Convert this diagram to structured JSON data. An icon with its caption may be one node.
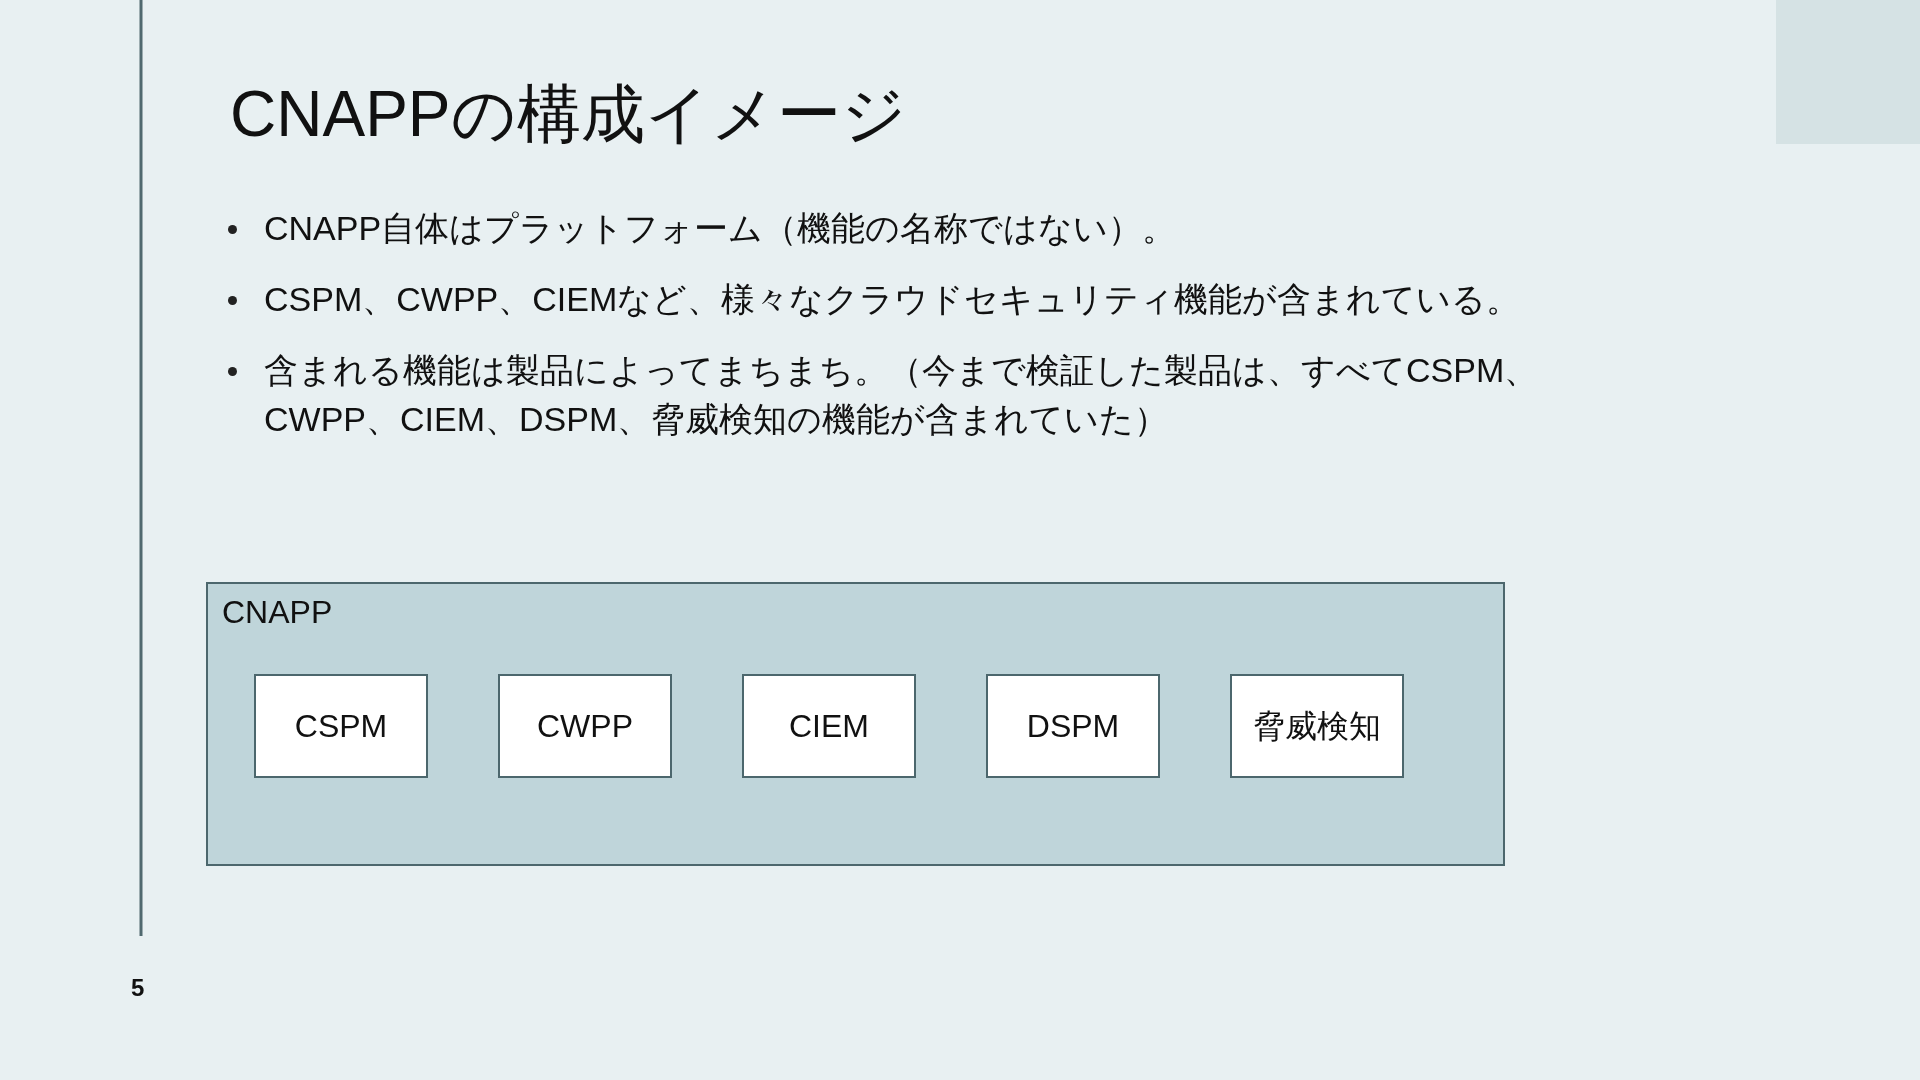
{
  "diagram": {
    "title": "CNAPPの構成イメージ",
    "nodes": [
      {
        "text": [
          "CNAPP"
        ]
      },
      {
        "text": [
          "CSPM"
        ],
        "in": 0
      },
      {
        "text": [
          "CWPP"
        ],
        "in": 0
      },
      {
        "text": [
          "CIEM"
        ],
        "in": 0
      },
      {
        "text": [
          "DSPM"
        ],
        "in": 0
      },
      {
        "text": [
          "脅威検知"
        ],
        "in": 0
      }
    ],
    "labels": [
      "CNAPP自体はプラットフォーム（機能の名称ではない）。",
      "CSPM、CWPP、CIEMなど、様々なクラウドセキュリティ機能が含まれている。",
      "含まれる機能は製品によってまちまち。（今まで検証した製品は、すべてCSPM、CWPP、CIEM、DSPM、脅威検知の機能が含まれていた）",
      "5"
    ]
  }
}
